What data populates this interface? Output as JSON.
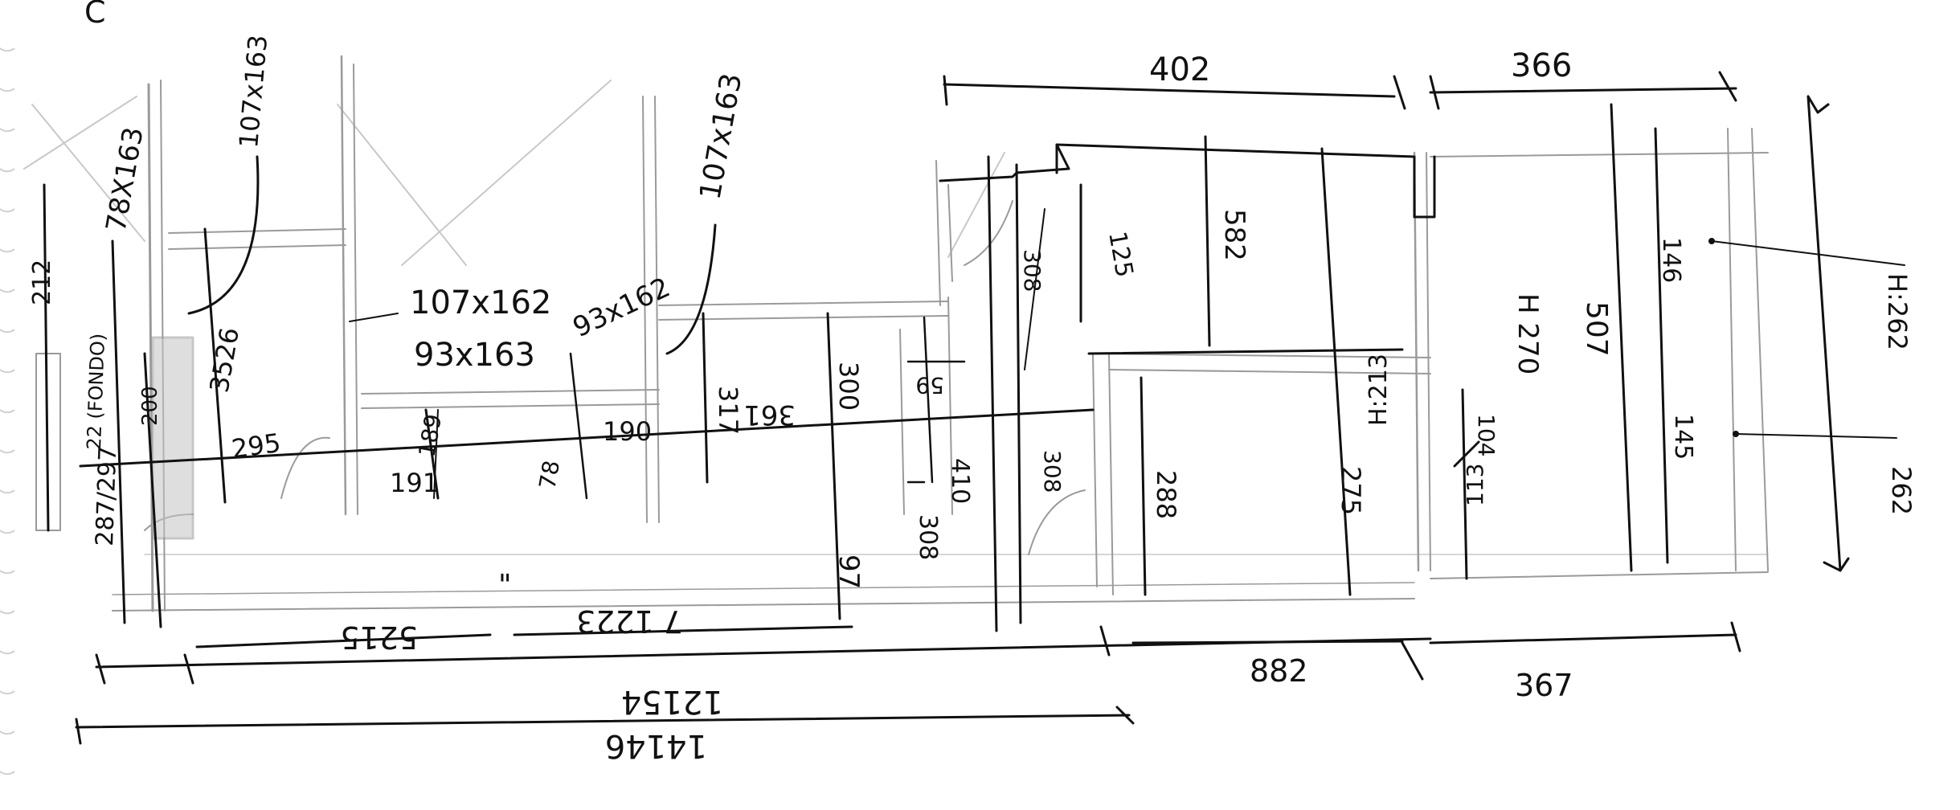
{
  "sketch": {
    "ink_color": "#111111",
    "pencil_color": "#9a9a9a",
    "paper_color": "#ffffff",
    "top_corner_mark": "C",
    "dimensions": {
      "top_402": "402",
      "top_366": "366",
      "vert_212": "212",
      "vert_78x163": "78X163",
      "vert_107x163_a": "107x163",
      "vert_3526": "3526",
      "vert_200": "200",
      "vert_287_297": "287/297",
      "vert_22_fondo": "22 (FONDO)",
      "lbl_107x162": "107x162",
      "lbl_93x163": "93x163",
      "lbl_93x162": "93x162",
      "vert_107x163_b": "107x163",
      "lbl_295": "295",
      "lbl_191": "191",
      "vert_189": "189",
      "vert_78": "78",
      "lbl_190": "190",
      "vert_317": "317",
      "lbl_361": "361",
      "vert_300": "300",
      "vert_59": "59",
      "vert_97": "97",
      "vert_410": "410",
      "vert_308_a": "308",
      "vert_308_b": "308",
      "vert_308_c": "308",
      "vert_125": "125",
      "vert_582": "582",
      "vert_288": "288",
      "vert_275": "275",
      "lbl_h_270": "H 270",
      "lbl_h_213": "H:213",
      "vert_104": "104",
      "vert_113": "113",
      "vert_507": "507",
      "vert_146": "146",
      "vert_145": "145",
      "lbl_h_262": "H:262",
      "lbl_262": "262",
      "bot_5215": "5215",
      "bot_quote": "\"",
      "bot_7_1223": "7 1223",
      "bot_12154": "12154",
      "bot_882": "882",
      "bot_367": "367",
      "bot_14146": "14146"
    }
  }
}
